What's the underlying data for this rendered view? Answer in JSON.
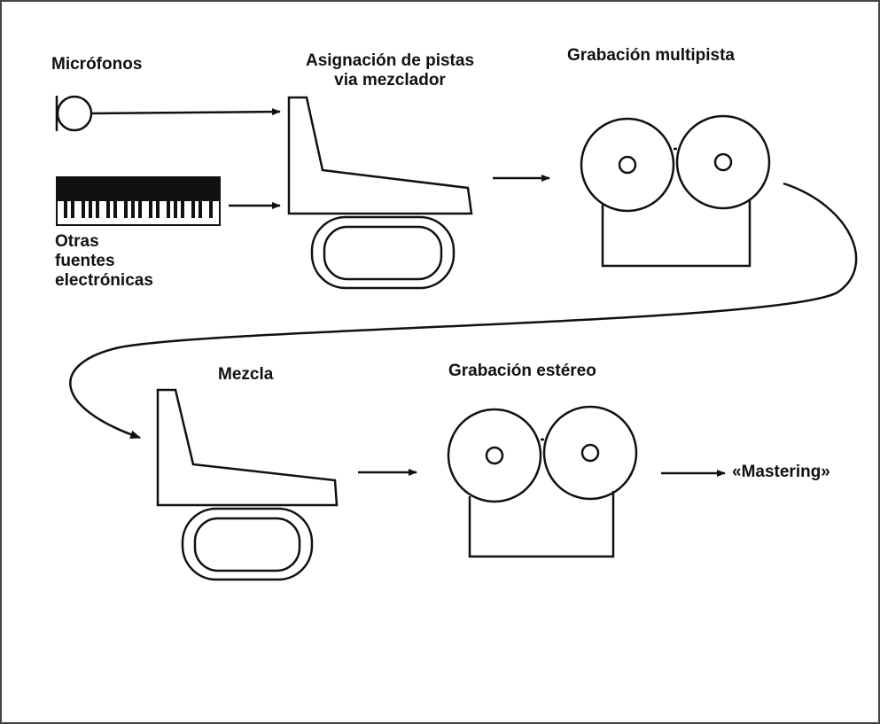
{
  "diagram": {
    "labels": {
      "microphones": "Micrófonos",
      "assign_line1": "Asignación de pistas",
      "assign_line2": "via mezclador",
      "multitrack": "Grabación multipista",
      "other_line1": "Otras",
      "other_line2": "fuentes",
      "other_line3": "electrónicas",
      "mix": "Mezcla",
      "stereo": "Grabación estéreo",
      "mastering": "«Mastering»"
    },
    "icons": [
      "microphone-icon",
      "keyboard-icon",
      "mixer-console-icon",
      "tape-recorder-icon"
    ],
    "colors": {
      "line": "#111111",
      "background": "#ffffff",
      "border": "#444444"
    }
  }
}
